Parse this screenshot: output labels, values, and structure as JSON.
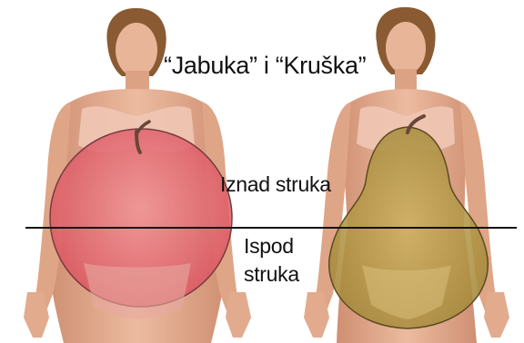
{
  "title": "“Jabuka” i “Kruška”",
  "labels": {
    "above_waist": "Iznad struka",
    "below_waist_line1": "Ispod",
    "below_waist_line2": "struka"
  },
  "figures": [
    {
      "name": "apple-body-woman",
      "shape": "apple",
      "fill_color": "#e8616b"
    },
    {
      "name": "pear-body-woman",
      "shape": "pear",
      "fill_color": "#b79a44"
    }
  ],
  "colors": {
    "background": "#ffffff",
    "skin": "#e6ad90",
    "skin_shadow": "#c98468",
    "hair": "#8a5a32",
    "underwear": "#efc7b5",
    "apple_fill": "#e8616b",
    "pear_fill": "#b79a44",
    "outline": "#6b4638",
    "waist_line": "#111111"
  }
}
